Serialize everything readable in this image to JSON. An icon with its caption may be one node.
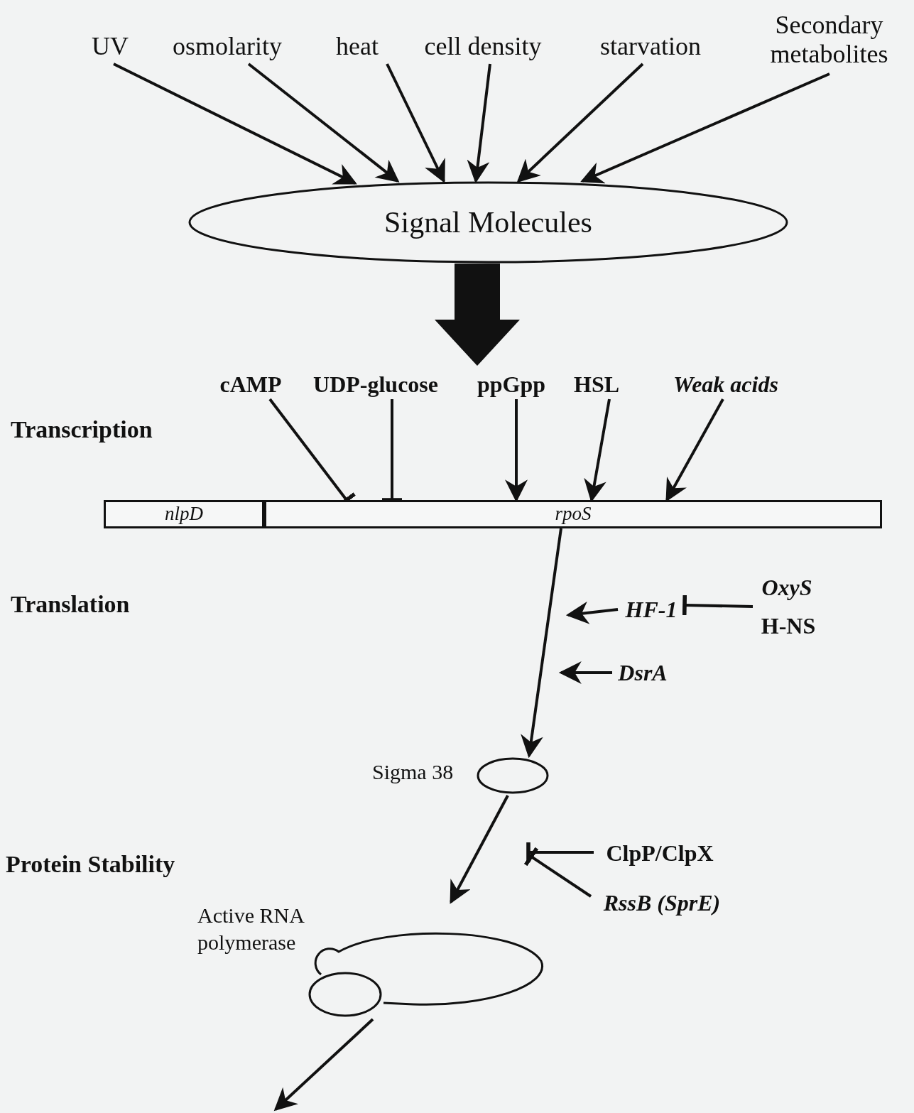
{
  "diagram": {
    "nodes": [
      {
        "text": [
          "UV"
        ]
      },
      {
        "text": [
          "osmolarity"
        ]
      },
      {
        "text": [
          "heat"
        ]
      },
      {
        "text": [
          "cell density"
        ]
      },
      {
        "text": [
          "starvation"
        ]
      },
      {
        "text": [
          "Secondary metabolites"
        ]
      },
      {
        "text": [
          "Signal Molecules"
        ]
      },
      {
        "text": [
          "cAMP"
        ]
      },
      {
        "text": [
          "UDP-glucose"
        ]
      },
      {
        "text": [
          "ppGpp"
        ]
      },
      {
        "text": [
          "HSL"
        ]
      },
      {
        "text": [
          "Weak acids"
        ]
      },
      {
        "text": [
          "nlpD"
        ]
      },
      {
        "text": [
          "rpoS"
        ]
      },
      {
        "text": [
          "HF-1"
        ]
      },
      {
        "text": [
          "OxyS"
        ]
      },
      {
        "text": [
          "H-NS"
        ]
      },
      {
        "text": [
          "DsrA"
        ]
      },
      {
        "text": [
          "Sigma 38"
        ]
      },
      {
        "text": [
          "ClpP/ClpX"
        ]
      },
      {
        "text": [
          "RssB (SprE)"
        ]
      },
      {
        "text": [
          "Active RNA polymerase"
        ]
      }
    ],
    "edges": [
      {
        "from": 0,
        "to": 6,
        "arrow": "to"
      },
      {
        "from": 1,
        "to": 6,
        "arrow": "to"
      },
      {
        "from": 2,
        "to": 6,
        "arrow": "to"
      },
      {
        "from": 3,
        "to": 6,
        "arrow": "to"
      },
      {
        "from": 4,
        "to": 6,
        "arrow": "to"
      },
      {
        "from": 5,
        "to": 6,
        "arrow": "to"
      },
      {
        "from": 6,
        "to": null,
        "arrow": "to",
        "style": "thick"
      },
      {
        "from": 7,
        "to": 13,
        "arrow": "other"
      },
      {
        "from": 8,
        "to": 13,
        "arrow": "other"
      },
      {
        "from": 9,
        "to": 13,
        "arrow": "to"
      },
      {
        "from": 10,
        "to": 13,
        "arrow": "to"
      },
      {
        "from": 11,
        "to": 13,
        "arrow": "to"
      },
      {
        "from": 13,
        "to": 18,
        "arrow": "to"
      },
      {
        "from": 14,
        "to": null,
        "arrow": "to"
      },
      {
        "from": 15,
        "to": 14,
        "arrow": "other"
      },
      {
        "from": 16,
        "to": 14,
        "arrow": "other"
      },
      {
        "from": 17,
        "to": null,
        "arrow": "to"
      },
      {
        "from": 18,
        "to": 21,
        "arrow": "to"
      },
      {
        "from": 19,
        "to": null,
        "arrow": "other"
      },
      {
        "from": 20,
        "to": null,
        "arrow": "other"
      },
      {
        "from": 21,
        "to": null,
        "arrow": "to"
      }
    ],
    "labels": [
      "Transcription",
      "Translation",
      "Protein Stability"
    ]
  }
}
